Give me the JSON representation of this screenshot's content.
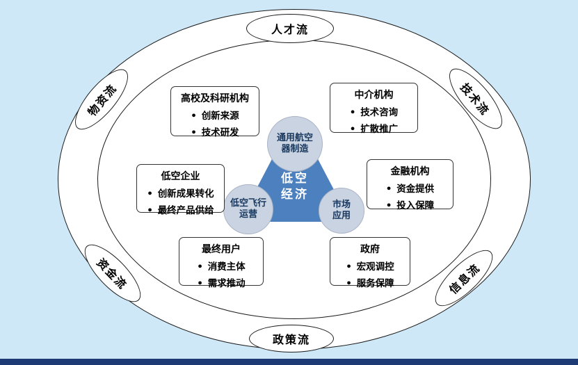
{
  "colors": {
    "bg": "#cfe8f7",
    "ellipse-fill": "#ffffff",
    "line": "#1a1a1a",
    "triangle": "#4d80be",
    "triangle-text": "#ffffff",
    "node-fill": "#c9d3e1",
    "node-text": "#17375e",
    "box-border": "#333333",
    "text": "#000000",
    "bottom-bar": "#1e3a74"
  },
  "flows": {
    "talent": "人才流",
    "material": "物资流",
    "technology": "技术流",
    "capital": "资金流",
    "information": "信息流",
    "policy": "政策流"
  },
  "core": {
    "economy": [
      "低空",
      "经济"
    ],
    "nodes": {
      "manufacturing": [
        "通用航空",
        "器制造"
      ],
      "operation": [
        "低空飞行",
        "运营"
      ],
      "market": [
        "市场",
        "应用"
      ]
    }
  },
  "boxes": {
    "universities": {
      "title": "高校及科研机构",
      "bullets": [
        "创新来源",
        "技术研发"
      ]
    },
    "intermediary": {
      "title": "中介机构",
      "bullets": [
        "技术咨询",
        "扩散推广"
      ]
    },
    "enterprises": {
      "title": "低空企业",
      "bullets": [
        "创新成果转化",
        "最终产品供给"
      ]
    },
    "finance": {
      "title": "金融机构",
      "bullets": [
        "资金提供",
        "投入保障"
      ]
    },
    "users": {
      "title": "最终用户",
      "bullets": [
        "消费主体",
        "需求推动"
      ]
    },
    "government": {
      "title": "政府",
      "bullets": [
        "宏观调控",
        "服务保障"
      ]
    }
  }
}
